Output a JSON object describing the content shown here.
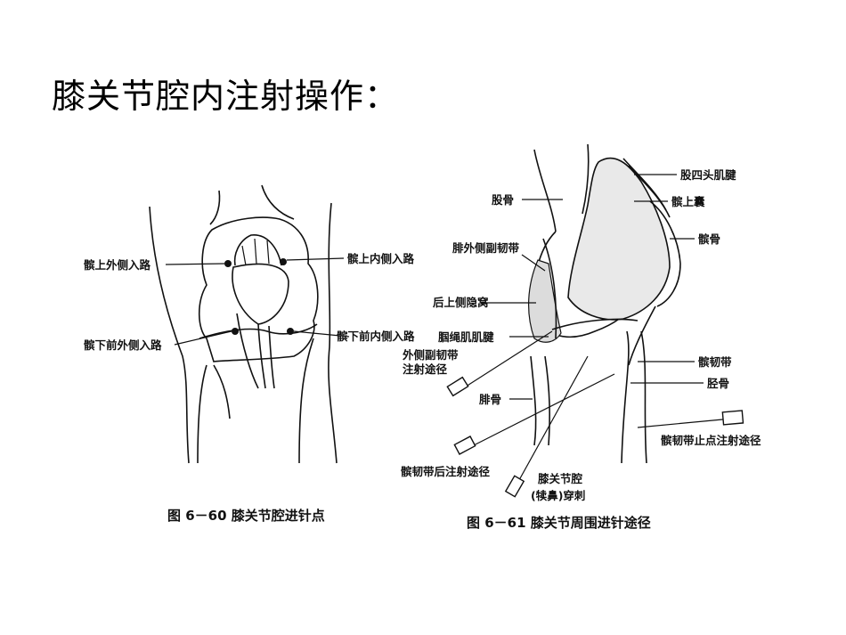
{
  "slide": {
    "title": "膝关节腔内注射操作："
  },
  "figure_60": {
    "caption": "图 6－60    膝关节腔进针点",
    "labels": {
      "suprapatellar_lateral": "髌上外侧入路",
      "suprapatellar_medial": "髌上内侧入路",
      "infrapatellar_anterolateral": "髌下前外侧入路",
      "infrapatellar_anteromedial": "髌下前内侧入路"
    }
  },
  "figure_61": {
    "caption": "图 6－61    膝关节周围进针途径",
    "labels": {
      "quadriceps_tendon": "股四头肌腱",
      "femur": "股骨",
      "suprapatellar_bursa": "髌上囊",
      "patella": "髌骨",
      "fibular_collateral_ligament": "腓外侧副韧带",
      "posterolateral_recess": "后上侧隐窝",
      "popliteus_tendon": "腘绳肌肌腱",
      "lateral_collateral_route_line1": "外侧副韧带",
      "lateral_collateral_route_line2": "注射途径",
      "patellar_ligament": "髌韧带",
      "tibia": "胫骨",
      "fibula": "腓骨",
      "patellar_ligament_insertion_route": "髌韧带止点注射途径",
      "posterior_patellar_ligament_route": "髌韧带后注射途径",
      "knee_joint_puncture_line1": "膝关节腔",
      "knee_joint_puncture_line2": "(犊鼻)穿刺"
    }
  }
}
